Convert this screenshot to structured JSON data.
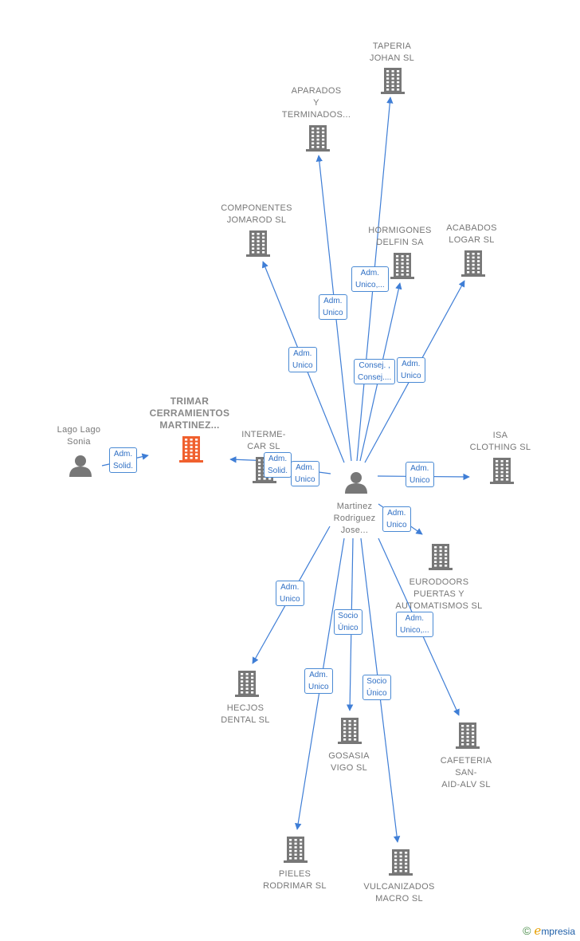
{
  "colors": {
    "edge": "#3f7ed6",
    "building": "#777777",
    "highlight": "#f0602e",
    "person": "#777777",
    "edge_label_text": "#2f6fc4"
  },
  "nodes": [
    {
      "id": "center",
      "kind": "person",
      "label": "Martinez\nRodriguez\nJose..."
    },
    {
      "id": "lago",
      "kind": "person",
      "label": "Lago Lago\nSonia"
    },
    {
      "id": "trimar",
      "kind": "company-main",
      "label": "TRIMAR\nCERRAMIENTOS\nMARTINEZ..."
    },
    {
      "id": "intermecar",
      "kind": "company",
      "label": "INTERME-\nCAR SL"
    },
    {
      "id": "taperia",
      "kind": "company",
      "label": "TAPERIA\nJOHAN SL"
    },
    {
      "id": "aparados",
      "kind": "company",
      "label": "APARADOS\nY\nTERMINADOS..."
    },
    {
      "id": "componentes",
      "kind": "company",
      "label": "COMPONENTES\nJOMAROD SL"
    },
    {
      "id": "hormigones",
      "kind": "company",
      "label": "HORMIGONES\nDELFIN SA"
    },
    {
      "id": "acabados",
      "kind": "company",
      "label": "ACABADOS\nLOGAR SL"
    },
    {
      "id": "isa",
      "kind": "company",
      "label": "ISA\nCLOTHING SL"
    },
    {
      "id": "eurodoors",
      "kind": "company",
      "label": "EURODOORS\nPUERTAS Y\nAUTOMATISMOS SL"
    },
    {
      "id": "hecjos",
      "kind": "company",
      "label": "HECJOS\nDENTAL SL"
    },
    {
      "id": "gosasia",
      "kind": "company",
      "label": "GOSASIA\nVIGO SL"
    },
    {
      "id": "cafeteria",
      "kind": "company",
      "label": "CAFETERIA\nSAN-\nAID-ALV SL"
    },
    {
      "id": "pieles",
      "kind": "company",
      "label": "PIELES\nRODRIMAR SL"
    },
    {
      "id": "vulcanizados",
      "kind": "company",
      "label": "VULCANIZADOS\nMACRO SL"
    }
  ],
  "edges": [
    {
      "from": "center",
      "to": "taperia",
      "label": "Adm.\nUnico,..."
    },
    {
      "from": "center",
      "to": "aparados",
      "label": "Adm.\nUnico"
    },
    {
      "from": "center",
      "to": "componentes",
      "label": "Adm.\nUnico"
    },
    {
      "from": "center",
      "to": "hormigones",
      "label": "Consej. ,\nConsej...."
    },
    {
      "from": "center",
      "to": "acabados",
      "label": "Adm.\nUnico"
    },
    {
      "from": "center",
      "to": "intermecar",
      "label": "Adm.\nUnico"
    },
    {
      "from": "intermecar",
      "to": "trimar",
      "label": "Adm.\nSolid."
    },
    {
      "from": "lago",
      "to": "trimar",
      "label": "Adm.\nSolid."
    },
    {
      "from": "center",
      "to": "isa",
      "label": "Adm.\nUnico"
    },
    {
      "from": "center",
      "to": "eurodoors",
      "label": "Adm.\nUnico"
    },
    {
      "from": "center",
      "to": "hecjos",
      "label": "Adm.\nUnico"
    },
    {
      "from": "center",
      "to": "gosasia",
      "label": "Socio\nÚnico"
    },
    {
      "from": "center",
      "to": "cafeteria",
      "label": "Adm.\nUnico,..."
    },
    {
      "from": "center",
      "to": "pieles",
      "label": "Adm.\nUnico"
    },
    {
      "from": "center",
      "to": "vulcanizados",
      "label": "Socio\nÚnico"
    }
  ],
  "watermark": {
    "copyright": "©",
    "brand_initial": "e",
    "brand_rest": "mpresia"
  }
}
